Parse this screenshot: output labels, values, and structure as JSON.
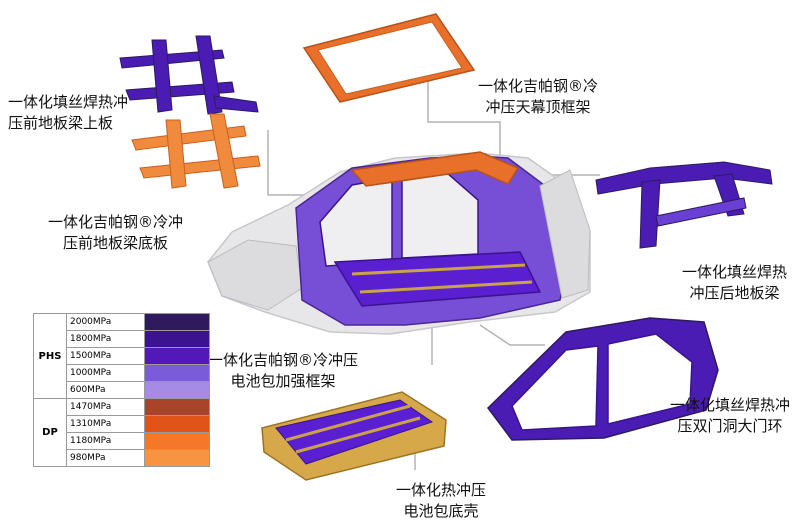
{
  "labels": {
    "front_floor_upper": [
      "一体化填丝焊热冲",
      "压前地板梁上板"
    ],
    "roof_frame": [
      "一体化吉帕钢®冷",
      "冲压天幕顶框架"
    ],
    "front_floor_lower": [
      "一体化吉帕钢®冷冲",
      "压前地板梁底板"
    ],
    "rear_floor": [
      "一体化填丝焊热",
      "冲压后地板梁"
    ],
    "battery_frame": [
      "一体化吉帕钢®冷冲压",
      "电池包加强框架"
    ],
    "door_ring": [
      "一体化填丝焊热冲",
      "压双门洞大门环"
    ],
    "battery_tray": [
      "一体化热冲压",
      "电池包底壳"
    ]
  },
  "legend": {
    "groups": [
      {
        "name": "PHS",
        "items": [
          {
            "value": "2000MPa",
            "color": "#2e1a5c"
          },
          {
            "value": "1800MPa",
            "color": "#3b138e"
          },
          {
            "value": "1500MPa",
            "color": "#5318b8"
          },
          {
            "value": "1000MPa",
            "color": "#7a5cd8"
          },
          {
            "value": "600MPa",
            "color": "#a58be6"
          }
        ]
      },
      {
        "name": "DP",
        "items": [
          {
            "value": "1470MPa",
            "color": "#a8442a"
          },
          {
            "value": "1310MPa",
            "color": "#e0541a"
          },
          {
            "value": "1180MPa",
            "color": "#f5782a"
          },
          {
            "value": "980MPa",
            "color": "#f79441"
          }
        ]
      }
    ]
  },
  "colors": {
    "purple_dark": "#3b138e",
    "purple": "#5a1fd0",
    "purple_light": "#8a6ae0",
    "orange": "#e8702a",
    "orange_light": "#f59445",
    "gold": "#c9a24a",
    "leader": "#b4b4b4"
  }
}
